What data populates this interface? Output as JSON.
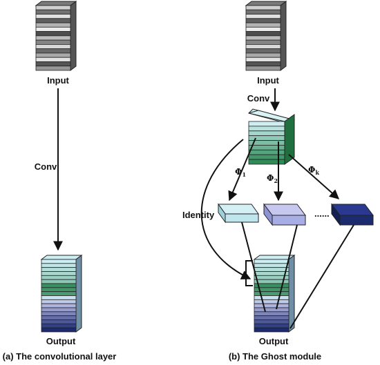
{
  "left_panel": {
    "input_label": "Input",
    "conv_label": "Conv",
    "output_label": "Output",
    "caption": "(a) The convolutional layer"
  },
  "right_panel": {
    "input_label": "Input",
    "conv_label": "Conv",
    "phi_1": "Φ",
    "phi_1_sub": "1",
    "phi_2": "Φ",
    "phi_2_sub": "2",
    "phi_k": "Φ",
    "phi_k_sub": "k",
    "identity_label": "Identity",
    "ellipsis": "......",
    "output_label": "Output",
    "caption": "(b) The Ghost module"
  },
  "colors": {
    "input_light": "#f4f4f4",
    "input_dark": "#3a3a3a",
    "teal_light": "#cdeef2",
    "green": "#2e8b57",
    "lavender": "#b9bde8",
    "navy": "#1c2a6e"
  }
}
